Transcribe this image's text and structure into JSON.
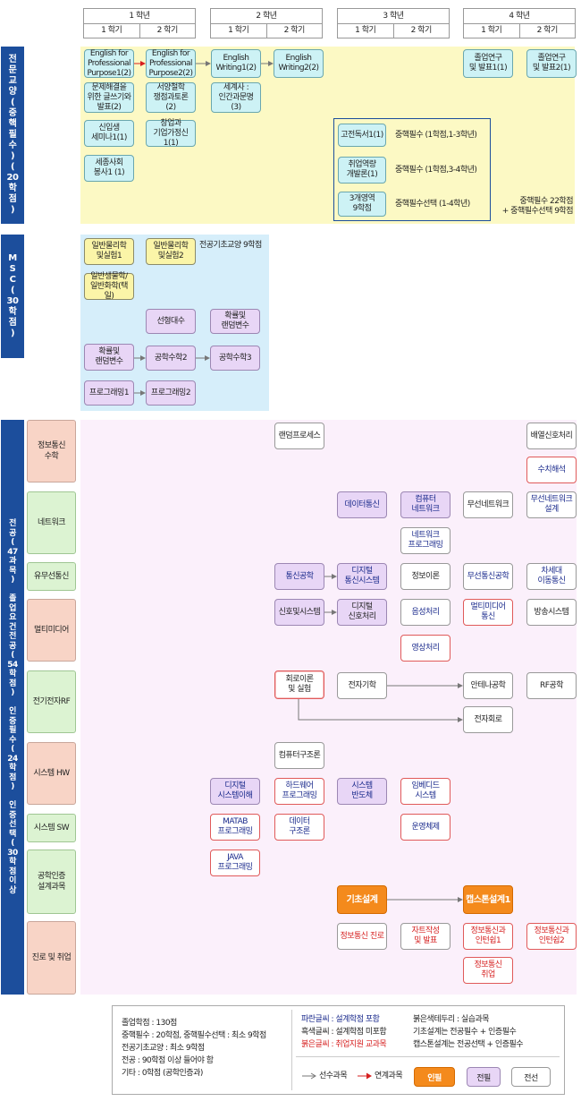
{
  "years": [
    {
      "label": "1 학년",
      "sem1": "1 학기",
      "sem2": "2 학기"
    },
    {
      "label": "2 학년",
      "sem1": "1 학기",
      "sem2": "2 학기"
    },
    {
      "label": "3 학년",
      "sem1": "1 학기",
      "sem2": "2 학기"
    },
    {
      "label": "4 학년",
      "sem1": "1 학기",
      "sem2": "2 학기"
    }
  ],
  "sidebars": {
    "liberal": "전\n문\n교\n양\n(\n중\n핵\n필\n수\n)\n(\n20\n학\n점\n)",
    "msc": "M\nS\nC\n(\n30\n학\n점\n)",
    "major": "전\n공\n(\n47\n과\n목\n)\n\n졸\n업\n요\n건\n전\n공\n(\n54\n학\n점\n)\n\n인\n증\n필\n수\n(\n24\n학\n점\n)\n\n인\n증\n선\n택\n(\n30\n학\n점\n이\n상"
  },
  "liberal": {
    "esp1": "English for\nProfessional\nPurpose1(2)",
    "esp2": "English for\nProfessional\nPurpose2(2)",
    "writing1": "English\nWriting1(2)",
    "writing2": "English\nWriting2(2)",
    "grad1": "졸업연구\n및 발표1(1)",
    "grad2": "졸업연구\n및 발표2(1)",
    "problem": "문제해결을\n위한 글쓰기와\n발표(2)",
    "western": "서양철학\n쟁점과토론(2)",
    "world": "세계사 :\n인간과문명(3)",
    "seminar": "신입생\n세미나1(1)",
    "startup": "창업과\n기업가정신1(1)",
    "volunteer": "세종사회\n봉사1 (1)",
    "classic": "고전독서1(1)",
    "classic_note": "중핵필수 (1학점,1-3학년)",
    "career": "취업역량\n개발론(1)",
    "career_note": "중핵필수 (1학점,3-4학년)",
    "three": "3개영역\n9학점",
    "three_note": "중핵필수선택 (1-4학년)",
    "summary": "중핵필수 22학점\n+ 중핵필수선택 9학점"
  },
  "msc": {
    "phys1": "일반물리학\n및실험1",
    "phys2": "일반물리학\n및실험2",
    "basic_note": "전공기초교양 9학점",
    "biochem": "일반생물학/\n일반화학(택일)",
    "linear": "선형대수",
    "prob_stat": "확률및\n랜덤변수",
    "prob_left": "확률및\n랜덤변수",
    "math2": "공학수학2",
    "math3": "공학수학3",
    "prog1": "프로그래밍1",
    "prog2": "프로그래밍2"
  },
  "categories": {
    "info_math": "정보통신\n수학",
    "network": "네트워크",
    "wired": "유무선통신",
    "multimedia": "멀티미디어",
    "rf": "전기전자RF",
    "hw": "시스템 HW",
    "sw": "시스템 SW",
    "cert": "공학인증\n설계과목",
    "career": "진로 및 취업"
  },
  "major": {
    "random_proc": "랜덤프로세스",
    "array_sig": "배열신호처리",
    "numerical": "수치해석",
    "data_comm": "데이터통신",
    "comp_net": "컴퓨터\n네트워크",
    "wireless_net": "무선네트워크",
    "wireless_design": "무선네트워크\n설계",
    "net_prog": "네트워크\n프로그래밍",
    "comm_eng": "통신공학",
    "digital_comm": "디지털\n통신시스템",
    "info_theory": "정보이론",
    "wireless_comm": "무선통신공학",
    "next_mobile": "차세대\n이동통신",
    "signals": "신호및시스템",
    "dsp": "디지털\n신호처리",
    "speech": "음성처리",
    "mm_comm": "멀티미디어\n통신",
    "broadcast": "방송시스템",
    "image": "영상처리",
    "circuit": "회로이론\n및 실험",
    "em": "전자기학",
    "antenna": "안테나공학",
    "rf_eng": "RF공학",
    "elec_circuit": "전자회로",
    "comp_arch": "컴퓨터구조론",
    "digital_sys": "디지털\n시스템이해",
    "hw_prog": "하드웨어\n프로그래밍",
    "semicon": "시스템\n반도체",
    "embedded": "임베디드\n시스템",
    "matlab": "MATAB\n프로그래밍",
    "data_struct": "데이터\n구조론",
    "os": "운영체제",
    "java": "JAVA\n프로그래밍",
    "basic_design": "기초설계",
    "capstone": "캡스톤설계1",
    "info_career": "정보통신 진로",
    "resume": "자트작성\n및 발표",
    "intern1": "정보통신과\n인턴쉽1",
    "intern2": "정보통신과\n인턴쉽2",
    "job": "정보통신\n취업"
  },
  "legend": {
    "left1": "졸업학점 : 130점",
    "left2": "중핵필수 : 20학점, 중핵필수선택 : 최소 9학점",
    "left3": "전공기초교양 : 최소 9학점",
    "left4": "전공 : 90학점 이상 들어야 함",
    "left5": "기타 : 0학점 (공학인증과)",
    "blue_txt": "파란글씨 : 설계학점 포함",
    "black_txt": "흑색글씨 : 설계학점 미포함",
    "red_txt": "붉은글씨 : 취업지원 교과목",
    "redbd": "붉은색테두리 : 실습과목",
    "basic": "기초설계는 전공필수 + 인증필수",
    "cap": "캡스톤설계는 전공선택 + 인증필수",
    "prereq": "선수과목",
    "linked": "연계과목",
    "b1": "인필",
    "b2": "전필",
    "b3": "전선"
  },
  "colors": {
    "sidebar": "#1c4e9c",
    "liberal_bg": "#fcf9c4",
    "msc_bg": "#d6eefa",
    "major_bg": "#fbf0fb",
    "orange": "#f48a1c",
    "red_arrow": "#d62020"
  }
}
